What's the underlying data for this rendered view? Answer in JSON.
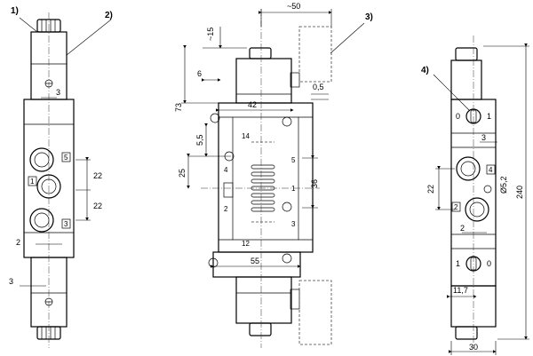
{
  "callouts": {
    "c1": "1)",
    "c2": "2)",
    "c3": "3)",
    "c4": "4)"
  },
  "left_view": {
    "dim_3_top": "3",
    "dim_3_bottom": "3",
    "dim_22_upper": "22",
    "dim_22_lower": "22",
    "dim_2": "2",
    "port_5": "5",
    "port_1": "1",
    "port_3": "3"
  },
  "middle_view": {
    "dim_50": "~50",
    "dim_15": "~15",
    "dim_6": "6",
    "dim_73": "73",
    "dim_5_5": "5,5",
    "dim_25": "25",
    "dim_42": "42",
    "dim_0_5": "0,5",
    "dim_36": "36",
    "dim_55": "55",
    "port_14": "14",
    "port_12": "12",
    "port_4": "4",
    "port_2": "2",
    "port_5": "5",
    "port_1": "1",
    "port_3": "3"
  },
  "right_view": {
    "dim_3": "3",
    "dim_dia": "Ø5,2",
    "dim_22": "22",
    "dim_2": "2",
    "dim_11_7": "11,7",
    "dim_240": "240",
    "dim_30": "30",
    "port_4": "4",
    "port_2": "2",
    "override_top_0": "0",
    "override_top_1": "1",
    "override_bot_1": "1",
    "override_bot_0": "0"
  }
}
